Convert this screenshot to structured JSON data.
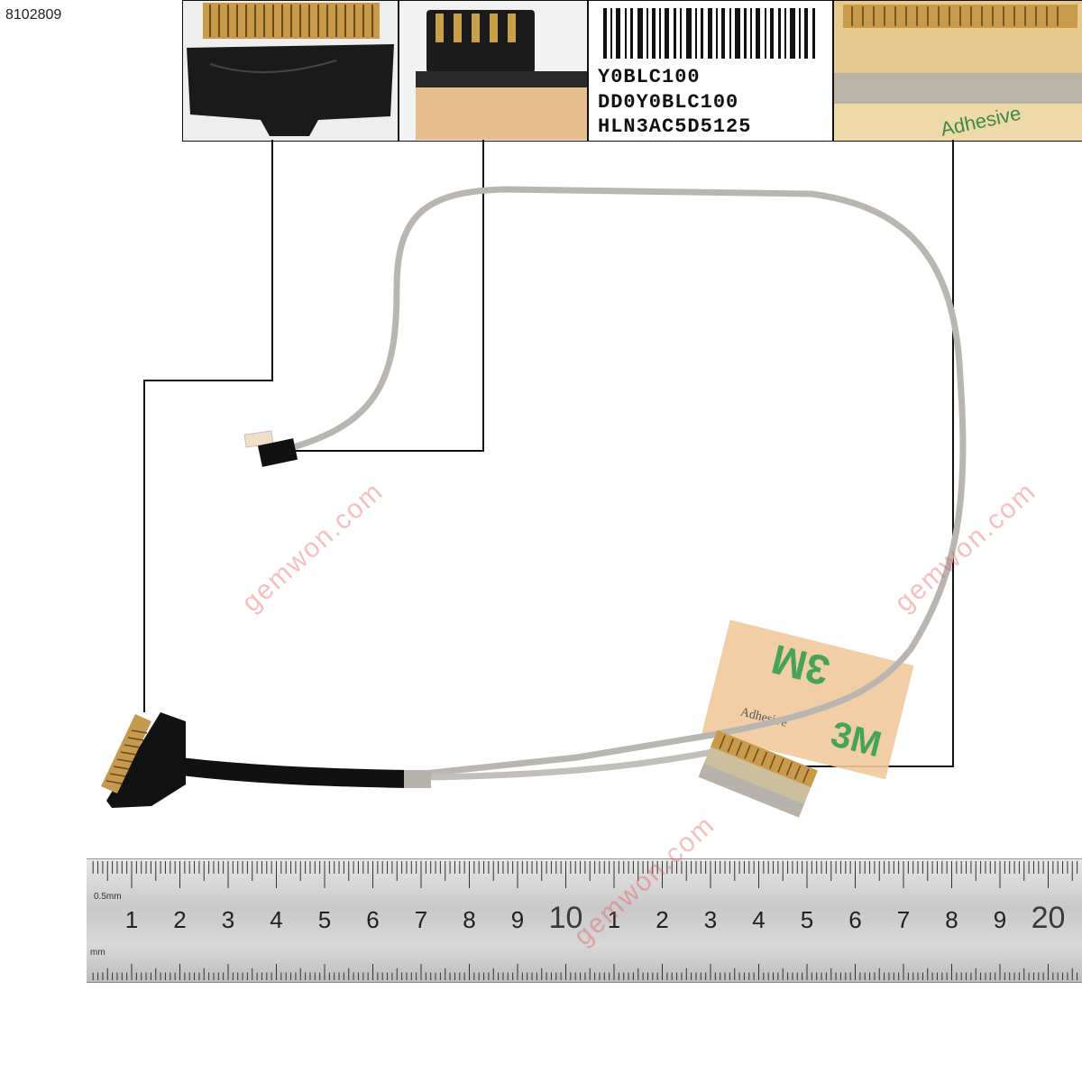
{
  "product_id": "8102809",
  "label": {
    "line1": "Y0BLC100",
    "line2": "DD0Y0BLC100",
    "line3": "HLN3AC5D5125"
  },
  "tape": {
    "brand": "3M",
    "text": "Adhesive"
  },
  "watermark": "gemwon.com",
  "ruler": {
    "unit_top": "0.5mm",
    "unit_bottom": "mm",
    "numbers": [
      "1",
      "2",
      "3",
      "4",
      "5",
      "6",
      "7",
      "8",
      "9",
      "10",
      "1",
      "2",
      "3",
      "4",
      "5",
      "6",
      "7",
      "8",
      "9",
      "20",
      "1"
    ]
  }
}
